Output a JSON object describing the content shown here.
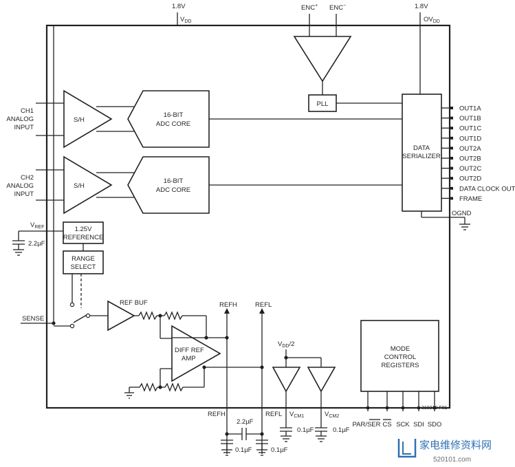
{
  "supply": {
    "vdd_voltage": "1.8V",
    "vdd_label": "V",
    "vdd_sub": "DD",
    "ovdd_voltage": "1.8V",
    "ovdd_label": "OV",
    "ovdd_sub": "DD"
  },
  "encode": {
    "enc_plus": "ENC",
    "enc_plus_sup": "+",
    "enc_minus": "ENC",
    "enc_minus_sup": "−",
    "pll_label": "PLL"
  },
  "channels": [
    {
      "input_label_line1": "CH1",
      "input_label_line2": "ANALOG",
      "input_label_line3": "INPUT",
      "sh_label": "S/H",
      "adc_line1": "16-BIT",
      "adc_line2": "ADC CORE"
    },
    {
      "input_label_line1": "CH2",
      "input_label_line2": "ANALOG",
      "input_label_line3": "INPUT",
      "sh_label": "S/H",
      "adc_line1": "16-BIT",
      "adc_line2": "ADC CORE"
    }
  ],
  "serializer": {
    "line1": "DATA",
    "line2": "SERIALIZER",
    "outputs": [
      "OUT1A",
      "OUT1B",
      "OUT1C",
      "OUT1D",
      "OUT2A",
      "OUT2B",
      "OUT2C",
      "OUT2D",
      "DATA CLOCK OUT",
      "FRAME"
    ],
    "ognd": "OGND"
  },
  "reference": {
    "vref_label": "V",
    "vref_sub": "REF",
    "vref_cap": "2.2µF",
    "ref_line1": "1.25V",
    "ref_line2": "REFERENCE",
    "range_line1": "RANGE",
    "range_line2": "SELECT",
    "sense_label": "SENSE",
    "refbuf_label": "REF BUF",
    "diff_line1": "DIFF REF",
    "diff_line2": "AMP",
    "refh_inner": "REFH",
    "refl_inner": "REFL",
    "refh_pin": "REFH",
    "refl_pin": "REFL",
    "ref_cap_between": "2.2µF",
    "refh_cap": "0.1µF",
    "refl_cap": "0.1µF"
  },
  "common_mode": {
    "vdd2_label": "V",
    "vdd2_sub": "DD",
    "vdd2_suffix": "/2",
    "vcm1_label": "V",
    "vcm1_sub": "CM1",
    "vcm2_label": "V",
    "vcm2_sub": "CM2",
    "vcm1_cap": "0.1µF",
    "vcm2_cap": "0.1µF"
  },
  "mode": {
    "line1": "MODE",
    "line2": "CONTROL",
    "line3": "REGISTERS",
    "pins": [
      "PAR/SER",
      "CS",
      "SCK",
      "SDI",
      "SDO"
    ]
  },
  "figure_code": "219210 F01",
  "watermark": {
    "chinese": "家电维修资料网",
    "url": "520101.com"
  }
}
